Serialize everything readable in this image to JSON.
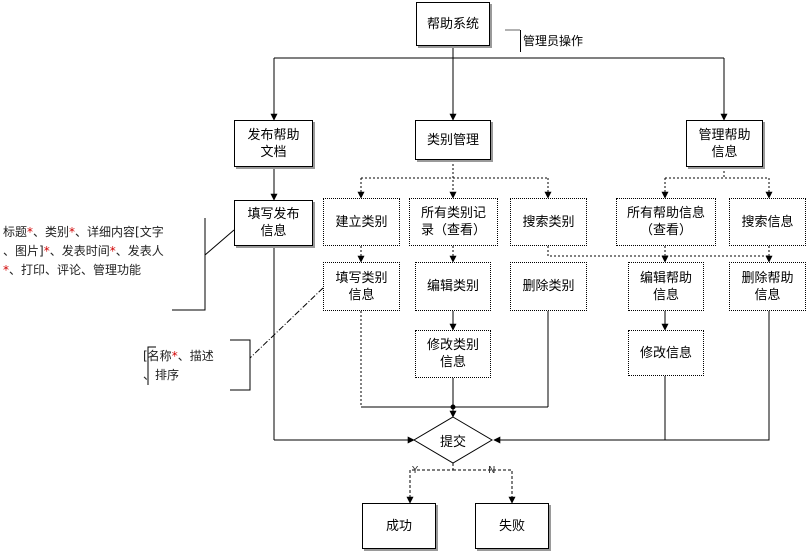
{
  "nodes": {
    "help_system": "帮助系统",
    "admin_op": "管理员操作",
    "publish_doc": "发布帮助\n文档",
    "category_mgmt": "类别管理",
    "manage_help": "管理帮助\n信息",
    "fill_publish": "填写发布\n信息",
    "create_category": "建立类别",
    "all_category_records": "所有类别记\n录（查看）",
    "search_category": "搜索类别",
    "all_help_info": "所有帮助信息\n（查看）",
    "search_info": "搜索信息",
    "fill_category": "填写类别\n信息",
    "edit_category": "编辑类别",
    "delete_category": "删除类别",
    "edit_help": "编辑帮助\n信息",
    "delete_help": "删除帮助\n信息",
    "modify_category": "修改类别\n信息",
    "modify_info": "修改信息",
    "submit": "提交",
    "success": "成功",
    "fail": "失败"
  },
  "notes": {
    "publish_fields": [
      {
        "t": "标题",
        "r": false
      },
      {
        "t": "*",
        "r": true
      },
      {
        "t": "、类别",
        "r": false
      },
      {
        "t": "*",
        "r": true
      },
      {
        "t": "、详细内容[文字\n、图片]",
        "r": false
      },
      {
        "t": "*",
        "r": true
      },
      {
        "t": "、发表时间",
        "r": false
      },
      {
        "t": "*",
        "r": true
      },
      {
        "t": "、发表人\n",
        "r": false
      },
      {
        "t": "*",
        "r": true
      },
      {
        "t": "、打印、评论、管理功能",
        "r": false
      }
    ],
    "category_fields": [
      {
        "t": "[名称",
        "r": false
      },
      {
        "t": "*",
        "r": true
      },
      {
        "t": "、描述\n、排序",
        "r": false
      }
    ]
  },
  "edge_labels": {
    "yes": "Y",
    "no": "N"
  }
}
